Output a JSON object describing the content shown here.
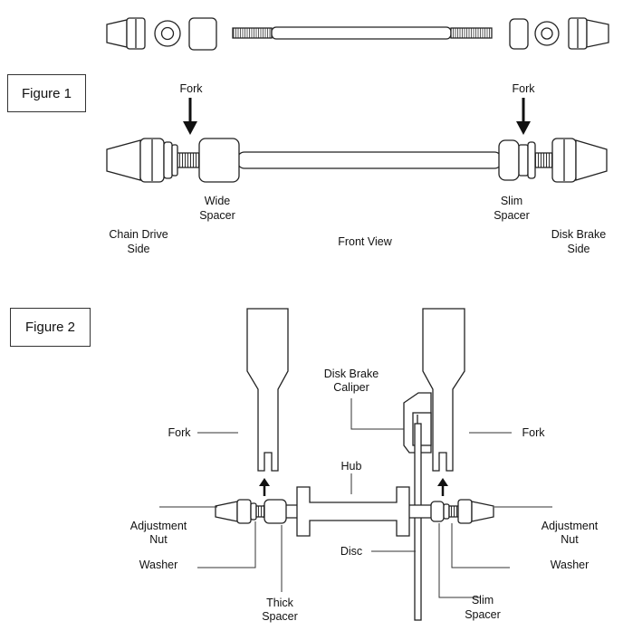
{
  "figure1": {
    "label": "Figure 1",
    "fork_left": "Fork",
    "fork_right": "Fork",
    "wide_spacer": [
      "Wide",
      "Spacer"
    ],
    "slim_spacer": [
      "Slim",
      "Spacer"
    ],
    "chain_side": [
      "Chain Drive",
      "Side"
    ],
    "view": "Front View",
    "brake_side": [
      "Disk Brake",
      "Side"
    ]
  },
  "figure2": {
    "label": "Figure 2",
    "caliper": [
      "Disk Brake",
      "Caliper"
    ],
    "fork_left": "Fork",
    "fork_right": "Fork",
    "hub": "Hub",
    "adj_left": [
      "Adjustment",
      "Nut"
    ],
    "adj_right": [
      "Adjustment",
      "Nut"
    ],
    "washer_left": "Washer",
    "washer_right": "Washer",
    "disc": "Disc",
    "thick_spacer": [
      "Thick",
      "Spacer"
    ],
    "slim_spacer": [
      "Slim",
      "Spacer"
    ]
  }
}
